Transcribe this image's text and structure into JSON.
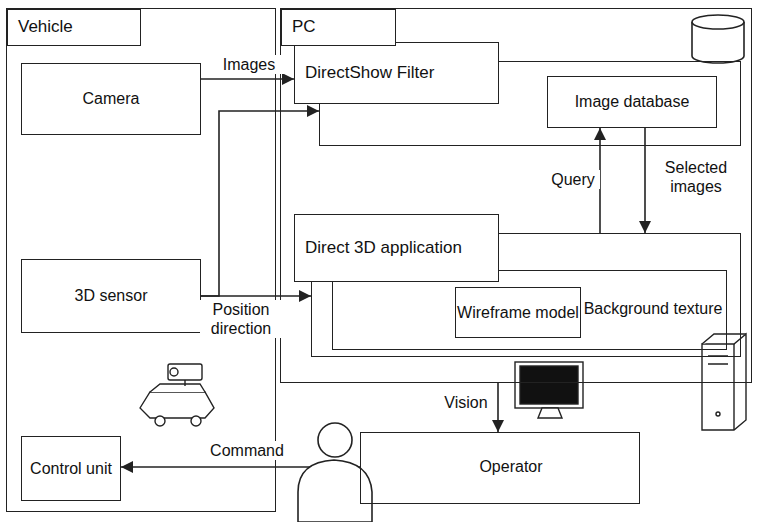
{
  "diagram": {
    "nodes": [
      {
        "text": [
          "Vehicle"
        ]
      },
      {
        "text": [
          "Camera"
        ],
        "in": 0
      },
      {
        "text": [
          "3D sensor"
        ],
        "in": 0
      },
      {
        "text": [
          "Control unit"
        ],
        "in": 0
      },
      {
        "text": [
          "PC"
        ]
      },
      {
        "text": [
          "DirectShow Filter"
        ],
        "in": 4
      },
      {
        "text": [
          "Image database"
        ],
        "in": 5
      },
      {
        "text": [
          "Direct 3D application"
        ],
        "in": 4
      },
      {
        "text": [
          "Background texture"
        ],
        "in": 7
      },
      {
        "text": [
          "Wireframe model"
        ],
        "in": 8
      },
      {
        "text": [
          "Operator"
        ]
      }
    ],
    "edges": [
      {
        "from": 1,
        "to": 5,
        "label": "Images",
        "arrow": "to"
      },
      {
        "from": 2,
        "to": 5,
        "arrow": "to"
      },
      {
        "from": 2,
        "to": 7,
        "label": "Position direction",
        "arrow": "to"
      },
      {
        "from": 7,
        "to": 6,
        "label": "Query",
        "arrow": "to"
      },
      {
        "from": 6,
        "to": 7,
        "label": "Selected images",
        "arrow": "to"
      },
      {
        "from": 4,
        "to": 10,
        "label": "Vision",
        "arrow": "to"
      },
      {
        "from": 10,
        "to": 3,
        "label": "Command",
        "arrow": "to"
      }
    ]
  }
}
